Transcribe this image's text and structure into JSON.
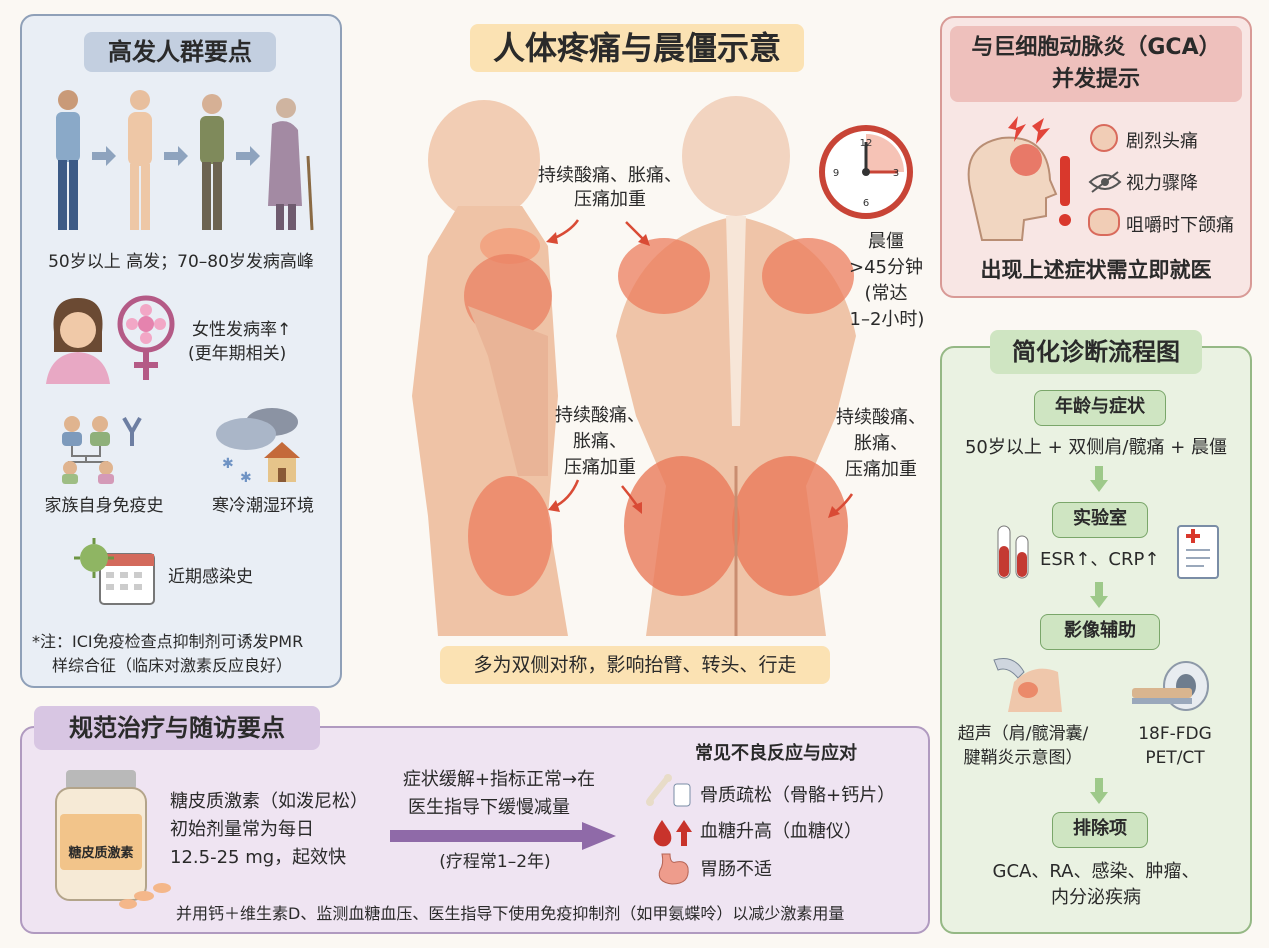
{
  "title": "人体疼痛与晨僵示意",
  "left_panel": {
    "header": "高发人群要点",
    "age_text": "50岁以上 高发；70–80岁发病高峰",
    "female_text_1": "女性发病率↑",
    "female_text_2": "(更年期相关)",
    "family_text": "家族自身免疫史",
    "cold_text": "寒冷潮湿环境",
    "infection_text": "近期感染史",
    "note_1": "*注：ICI免疫检查点抑制剂可诱发PMR",
    "note_2": "样综合征（临床对激素反应良好）"
  },
  "center": {
    "pain_label_top_1": "持续酸痛、胀痛、",
    "pain_label_top_2": "压痛加重",
    "pain_mid_left_1": "持续酸痛、",
    "pain_mid_left_2": "胀痛、",
    "pain_mid_left_3": "压痛加重",
    "pain_mid_right_1": "持续酸痛、",
    "pain_mid_right_2": "胀痛、",
    "pain_mid_right_3": "压痛加重",
    "stiff_1": "晨僵",
    "stiff_2": ">45分钟",
    "stiff_3": "(常达",
    "stiff_4": "1–2小时)",
    "bottom_caption": "多为双侧对称，影响抬臂、转头、行走",
    "clock_numbers": [
      "12",
      "3",
      "6",
      "9"
    ]
  },
  "gca_panel": {
    "title_1": "与巨细胞动脉炎（GCA）",
    "title_2": "并发提示",
    "symptom_1": "剧烈头痛",
    "symptom_2": "视力骤降",
    "symptom_3": "咀嚼时下颌痛",
    "warning": "出现上述症状需立即就医"
  },
  "flow_panel": {
    "header": "简化诊断流程图",
    "step1": "年龄与症状",
    "step1_text": "50岁以上 + 双侧肩/髋痛 + 晨僵",
    "step2": "实验室",
    "step2_text": "ESR↑、CRP↑",
    "step3": "影像辅助",
    "us_text_1": "超声（肩/髋滑囊/",
    "us_text_2": "腱鞘炎示意图）",
    "pet_text_1": "18F-FDG",
    "pet_text_2": "PET/CT",
    "step4": "排除项",
    "step4_text_1": "GCA、RA、感染、肿瘤、",
    "step4_text_2": "内分泌疾病"
  },
  "treat_panel": {
    "header": "规范治疗与随访要点",
    "bottle_label": "糖皮质激素",
    "drug_1": "糖皮质激素（如泼尼松）",
    "drug_2": "初始剂量常为每日",
    "drug_3": "12.5-25 mg，起效快",
    "taper_1": "症状缓解+指标正常→在",
    "taper_2": "医生指导下缓慢减量",
    "course": "(疗程常1–2年)",
    "adverse_title": "常见不良反应与应对",
    "adverse_1": "骨质疏松（骨骼+钙片）",
    "adverse_2": "血糖升高（血糖仪）",
    "adverse_3": "胃肠不适",
    "footer": "并用钙＋维生素D、监测血糖血压、医生指导下使用免疫抑制剂（如甲氨蝶呤）以减少激素用量"
  }
}
